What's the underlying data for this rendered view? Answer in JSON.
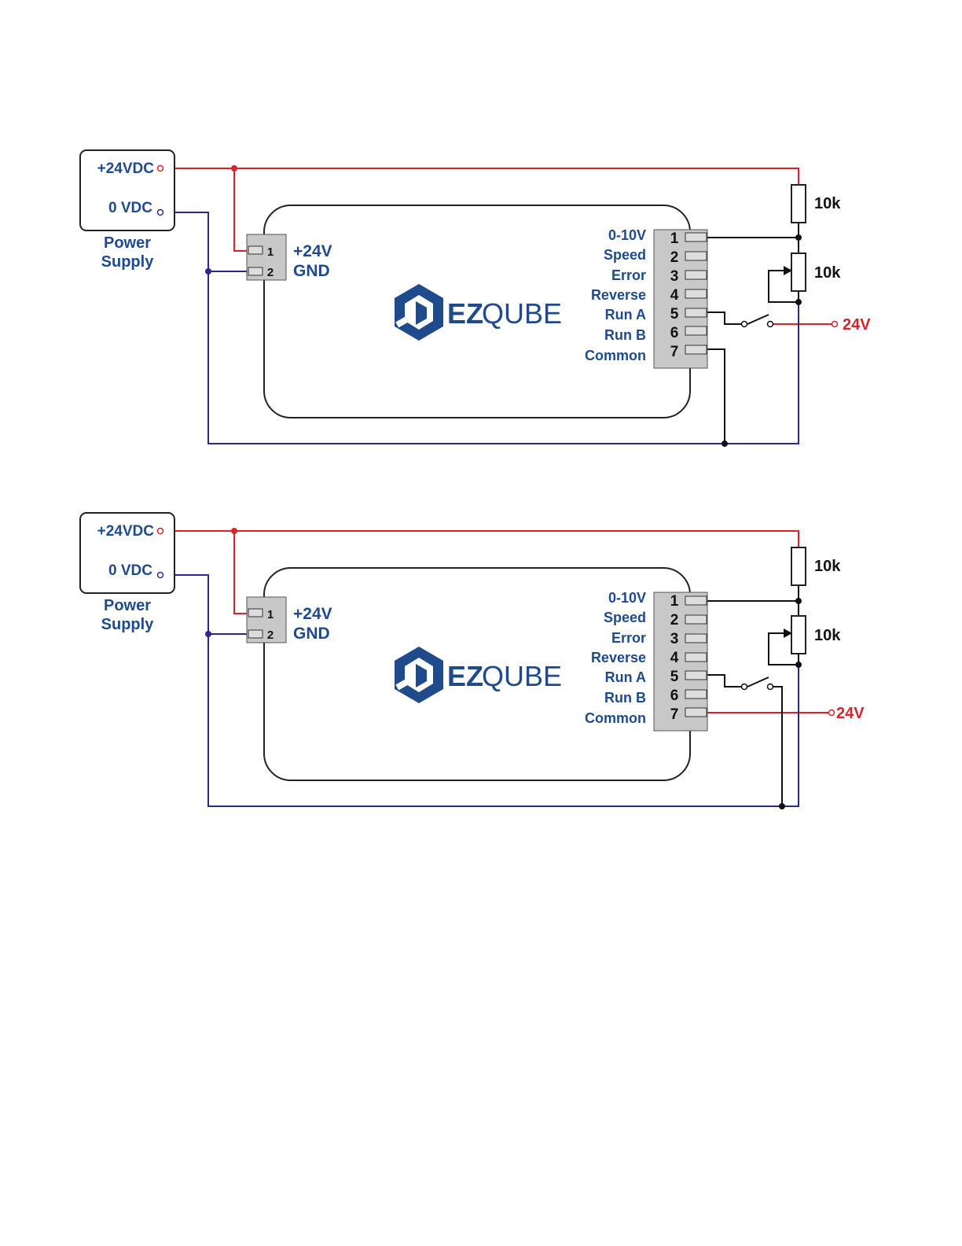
{
  "colors": {
    "positive_wire": "#d9232a",
    "ground_wire": "#2a2a8c",
    "signal_wire": "#111111",
    "label_blue": "#1f4b8c",
    "label_red": "#d9232a",
    "connector_fill": "#c8c8c8"
  },
  "icons": {
    "logo": "ezqube-cube-logo-icon",
    "switch": "switch-icon",
    "resistor": "resistor-icon",
    "potentiometer": "potentiometer-icon"
  },
  "diagrams": [
    {
      "power_supply": {
        "pos_label": "+24VDC",
        "neg_label": "0 VDC",
        "name_line1": "Power",
        "name_line2": "Supply"
      },
      "power_connector": {
        "pin1": "1",
        "pin2": "2",
        "label_pos": "+24V",
        "label_gnd": "GND"
      },
      "logo": {
        "bold": "EZ",
        "light": "QUBE"
      },
      "signals": [
        {
          "pin": "1",
          "label": "0-10V"
        },
        {
          "pin": "2",
          "label": "Speed"
        },
        {
          "pin": "3",
          "label": "Error"
        },
        {
          "pin": "4",
          "label": "Reverse"
        },
        {
          "pin": "5",
          "label": "Run A"
        },
        {
          "pin": "6",
          "label": "Run B"
        },
        {
          "pin": "7",
          "label": "Common"
        }
      ],
      "resistor_label": "10k",
      "pot_label": "10k",
      "external_label": "24V"
    },
    {
      "power_supply": {
        "pos_label": "+24VDC",
        "neg_label": "0 VDC",
        "name_line1": "Power",
        "name_line2": "Supply"
      },
      "power_connector": {
        "pin1": "1",
        "pin2": "2",
        "label_pos": "+24V",
        "label_gnd": "GND"
      },
      "logo": {
        "bold": "EZ",
        "light": "QUBE"
      },
      "signals": [
        {
          "pin": "1",
          "label": "0-10V"
        },
        {
          "pin": "2",
          "label": "Speed"
        },
        {
          "pin": "3",
          "label": "Error"
        },
        {
          "pin": "4",
          "label": "Reverse"
        },
        {
          "pin": "5",
          "label": "Run A"
        },
        {
          "pin": "6",
          "label": "Run B"
        },
        {
          "pin": "7",
          "label": "Common"
        }
      ],
      "resistor_label": "10k",
      "pot_label": "10k",
      "external_label": "24V"
    }
  ]
}
